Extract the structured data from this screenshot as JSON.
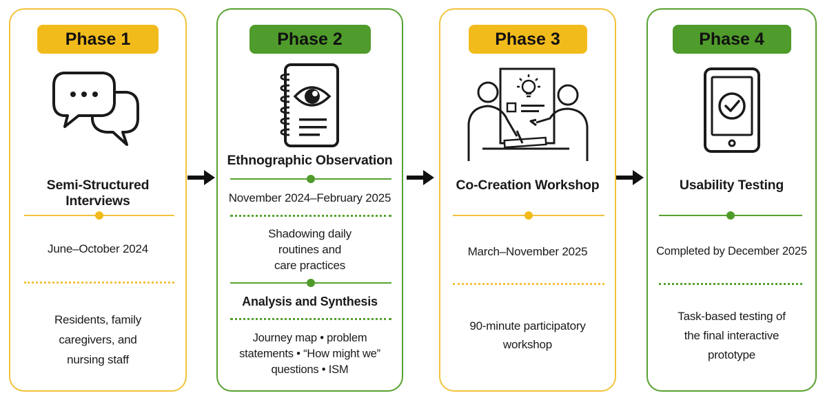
{
  "colors": {
    "yellow": "#f2bb1c",
    "green": "#4f9b2b",
    "ink": "#1a1a1a"
  },
  "phases": [
    {
      "label": "Phase 1",
      "icon": "speech-bubbles-icon",
      "title": "Semi-Structured Interviews",
      "date": "June–October 2024",
      "participants": [
        "Residents, family",
        "caregivers, and",
        "nursing staff"
      ]
    },
    {
      "label": "Phase 2",
      "icon": "notebook-eye-icon",
      "title": "Ethnographic Observation",
      "date": "November 2024–February 2025",
      "activity": [
        "Shadowing daily",
        "routines and",
        "care practices"
      ],
      "subtitle": "Analysis and Synthesis",
      "outputs": [
        "Journey map • problem",
        "statements • “How might we”",
        "questions • ISM"
      ]
    },
    {
      "label": "Phase 3",
      "icon": "workshop-people-icon",
      "title": "Co-Creation Workshop",
      "date": "March–November 2025",
      "description": [
        "90-minute participatory",
        "workshop"
      ]
    },
    {
      "label": "Phase 4",
      "icon": "tablet-check-icon",
      "title": "Usability Testing",
      "date": "Completed by December 2025",
      "description": [
        "Task-based testing of",
        "the final interactive",
        "prototype"
      ]
    }
  ],
  "arrows": [
    "arrow-right-icon",
    "arrow-right-icon",
    "arrow-right-icon"
  ]
}
